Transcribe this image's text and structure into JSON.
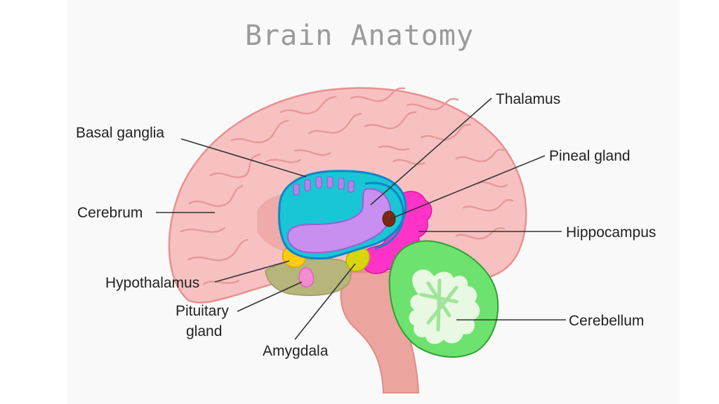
{
  "title": "Brain Anatomy",
  "colors": {
    "cerebrum": "#f7c1c1",
    "cerebrum_outline": "#e8908f",
    "basal_ganglia": "#19c6d6",
    "thalamus": "#c98ff0",
    "pineal_gland": "#7a2a14",
    "hippocampus": "#ff33c7",
    "hypothalamus": "#ffcc11",
    "amygdala": "#d8d40e",
    "pituitary_gland": "#f48cd0",
    "brainstem": "#eba49e",
    "cerebellum": "#6ee26e"
  },
  "labels": {
    "basal_ganglia": "Basal ganglia",
    "thalamus": "Thalamus",
    "pineal_gland": "Pineal gland",
    "cerebrum": "Cerebrum",
    "hippocampus": "Hippocampus",
    "hypothalamus": "Hypothalamus",
    "pituitary_line1": "Pituitary",
    "pituitary_line2": "gland",
    "amygdala": "Amygdala",
    "cerebellum": "Cerebellum"
  }
}
